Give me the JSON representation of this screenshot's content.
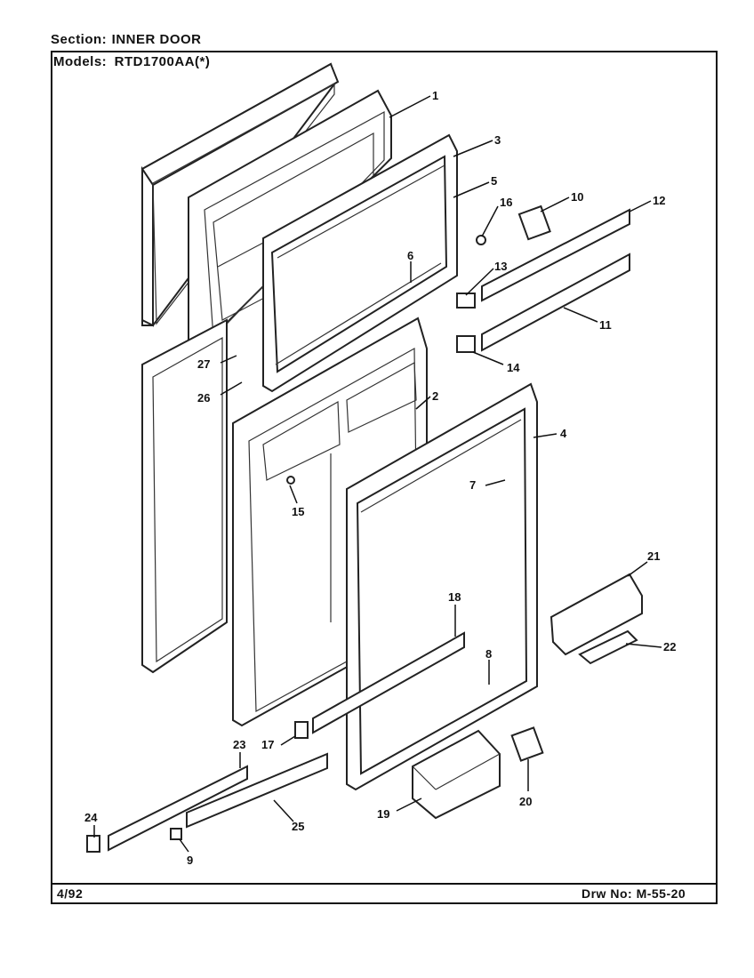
{
  "header": {
    "section_label": "Section:",
    "section_value": "INNER DOOR",
    "models_label": "Models:",
    "models_value": "RTD1700AA(*)"
  },
  "footer": {
    "date": "4/92",
    "drawing_label": "Drw No:",
    "drawing_number": "M-55-20"
  },
  "part_numbers": [
    "1",
    "2",
    "3",
    "4",
    "5",
    "6",
    "7",
    "8",
    "9",
    "10",
    "11",
    "12",
    "13",
    "14",
    "15",
    "16",
    "17",
    "18",
    "19",
    "20",
    "21",
    "22",
    "23",
    "24",
    "25",
    "26",
    "27"
  ]
}
